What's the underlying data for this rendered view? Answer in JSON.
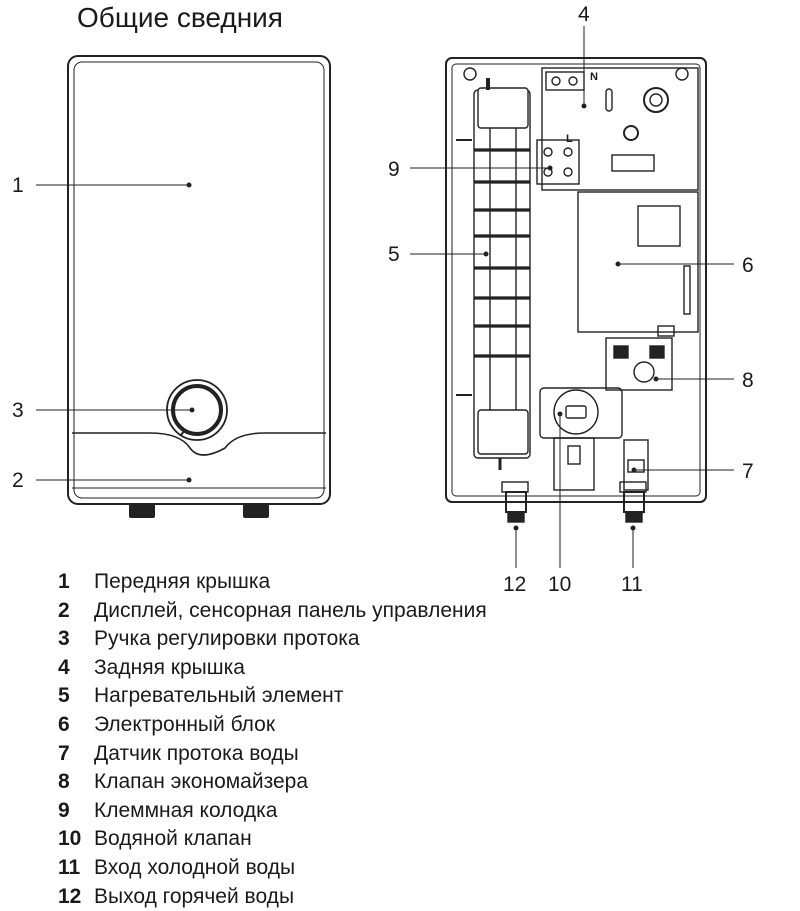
{
  "title": "Общие сведния",
  "callouts": {
    "c1": "1",
    "c2": "2",
    "c3": "3",
    "c4": "4",
    "c5": "5",
    "c6": "6",
    "c7": "7",
    "c8": "8",
    "c9": "9",
    "c10": "10",
    "c11": "11",
    "c12": "12"
  },
  "legend": [
    {
      "num": "1",
      "text": "Передняя крышка"
    },
    {
      "num": "2",
      "text": "Дисплей, сенсорная панель управления"
    },
    {
      "num": "3",
      "text": "Ручка регулировки протока"
    },
    {
      "num": "4",
      "text": "Задняя крышка"
    },
    {
      "num": "5",
      "text": "Нагревательный элемент"
    },
    {
      "num": "6",
      "text": "Электронный блок"
    },
    {
      "num": "7",
      "text": "Датчик протока воды"
    },
    {
      "num": "8",
      "text": "Клапан экономайзера"
    },
    {
      "num": "9",
      "text": "Клеммная колодка"
    },
    {
      "num": "10",
      "text": "Водяной клапан"
    },
    {
      "num": "11",
      "text": "Вход холодной воды"
    },
    {
      "num": "12",
      "text": "Выход горячей воды"
    }
  ],
  "terminal_labels": {
    "n": "N",
    "l": "L"
  }
}
